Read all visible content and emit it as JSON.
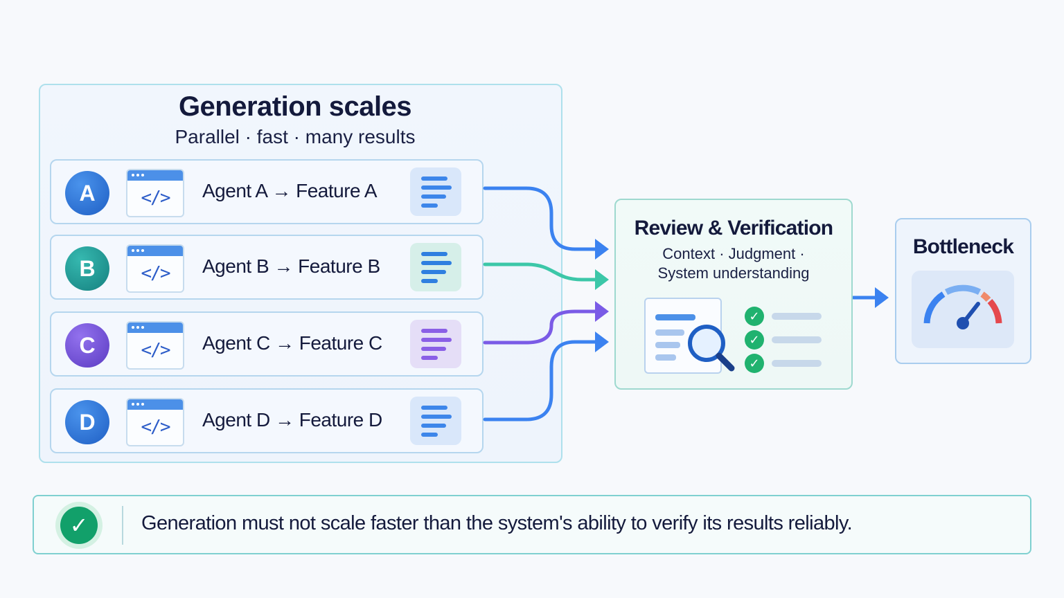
{
  "generation": {
    "title": "Generation scales",
    "subtitle": "Parallel · fast · many results",
    "agents": [
      {
        "badge": "A",
        "label": "Agent A → Feature A",
        "color": "#2f77d8",
        "doc_bg": "#dbe8fb",
        "doc_line": "#3d86ea"
      },
      {
        "badge": "B",
        "label": "Agent B → Feature B",
        "color": "#1e9e9b",
        "doc_bg": "#d8f1ec",
        "doc_line": "#2f7fe0"
      },
      {
        "badge": "C",
        "label": "Agent C → Feature C",
        "color": "#7a55db",
        "doc_bg": "#e6e0f8",
        "doc_line": "#8a5fe6"
      },
      {
        "badge": "D",
        "label": "Agent D → Feature D",
        "color": "#2f74e0",
        "doc_bg": "#dbe8fb",
        "doc_line": "#3d86ea"
      }
    ]
  },
  "review": {
    "title": "Review & Verification",
    "subtitle_line1": "Context · Judgment ·",
    "subtitle_line2": "System understanding"
  },
  "bottleneck": {
    "title": "Bottleneck"
  },
  "banner": {
    "text": "Generation must not scale faster than the system's ability to verify its results reliably."
  },
  "colors": {
    "arrow_blue": "#3b82f0",
    "arrow_teal": "#3cc7a8",
    "arrow_purple": "#7a5be6",
    "check_green": "#20b26f"
  }
}
